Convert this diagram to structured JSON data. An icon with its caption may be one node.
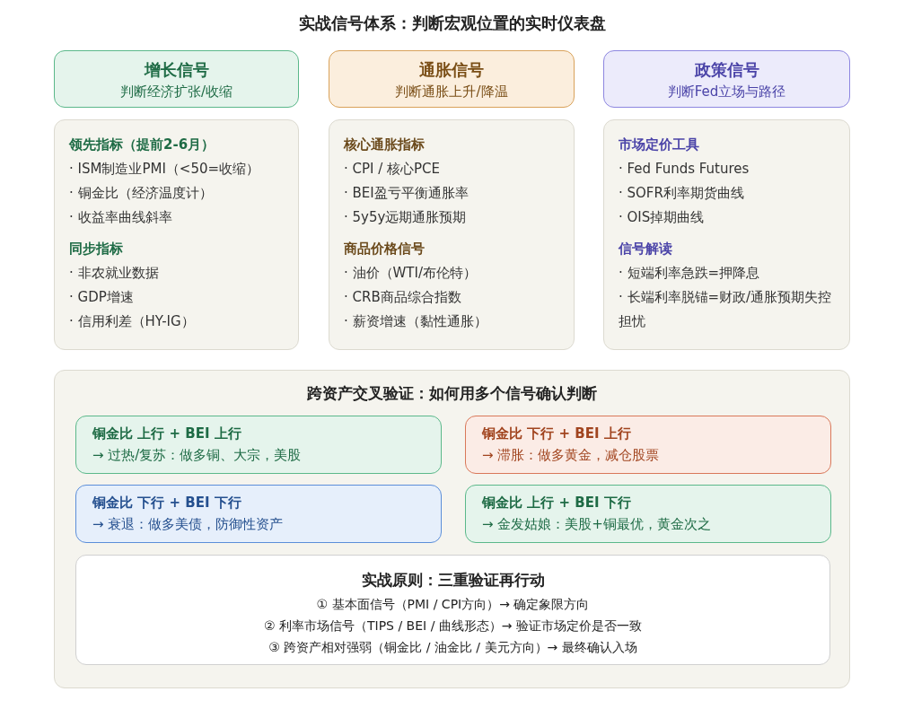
{
  "diagram": {
    "title": "实战信号体系：判断宏观位置的实时仪表盘",
    "nodes": [
      {
        "text": [
          "增长信号",
          "判断经济扩张/收缩"
        ]
      },
      {
        "text": [
          "通胀信号",
          "判断通胀上升/降温"
        ]
      },
      {
        "text": [
          "政策信号",
          "判断Fed立场与路径"
        ]
      },
      {
        "text": [
          "领先指标（提前2-6月）",
          "· ISM制造业PMI（<50=收缩）",
          "· 铜金比（经济温度计）",
          "· 收益率曲线斜率",
          "同步指标",
          "· 非农就业数据",
          "· GDP增速",
          "· 信用利差（HY-IG）"
        ]
      },
      {
        "text": [
          "核心通胀指标",
          "· CPI / 核心PCE",
          "· BEI盈亏平衡通胀率",
          "· 5y5y远期通胀预期",
          "商品价格信号",
          "· 油价（WTI/布伦特）",
          "· CRB商品综合指数",
          "· 薪资增速（黏性通胀）"
        ]
      },
      {
        "text": [
          "市场定价工具",
          "· Fed Funds Futures",
          "· SOFR利率期货曲线",
          "· OIS掉期曲线",
          "信号解读",
          "· 短端利率急跌=押降息",
          "· 长端利率脱锚=财政/通胀预期失控担忧"
        ]
      },
      {
        "text": [
          "跨资产交叉验证：如何用多个信号确认判断"
        ]
      },
      {
        "text": [
          "铜金比 上行 + BEI 上行",
          "→ 过热/复苏：做多铜、大宗，美股"
        ],
        "in": 6
      },
      {
        "text": [
          "铜金比 下行 + BEI 上行",
          "→ 滞胀：做多黄金，减仓股票"
        ],
        "in": 6
      },
      {
        "text": [
          "铜金比 下行 + BEI 下行",
          "→ 衰退：做多美债，防御性资产"
        ],
        "in": 6
      },
      {
        "text": [
          "铜金比 上行 + BEI 下行",
          "→ 金发姑娘：美股+铜最优，黄金次之"
        ],
        "in": 6
      },
      {
        "text": [
          "实战原则：三重验证再行动",
          "① 基本面信号（PMI / CPI方向）→ 确定象限方向",
          "② 利率市场信号（TIPS / BEI / 曲线形态）→ 验证市场定价是否一致",
          "③ 跨资产相对强弱（铜金比 / 油金比 / 美元方向）→ 最终确认入场"
        ],
        "in": 6
      }
    ],
    "edges": []
  }
}
